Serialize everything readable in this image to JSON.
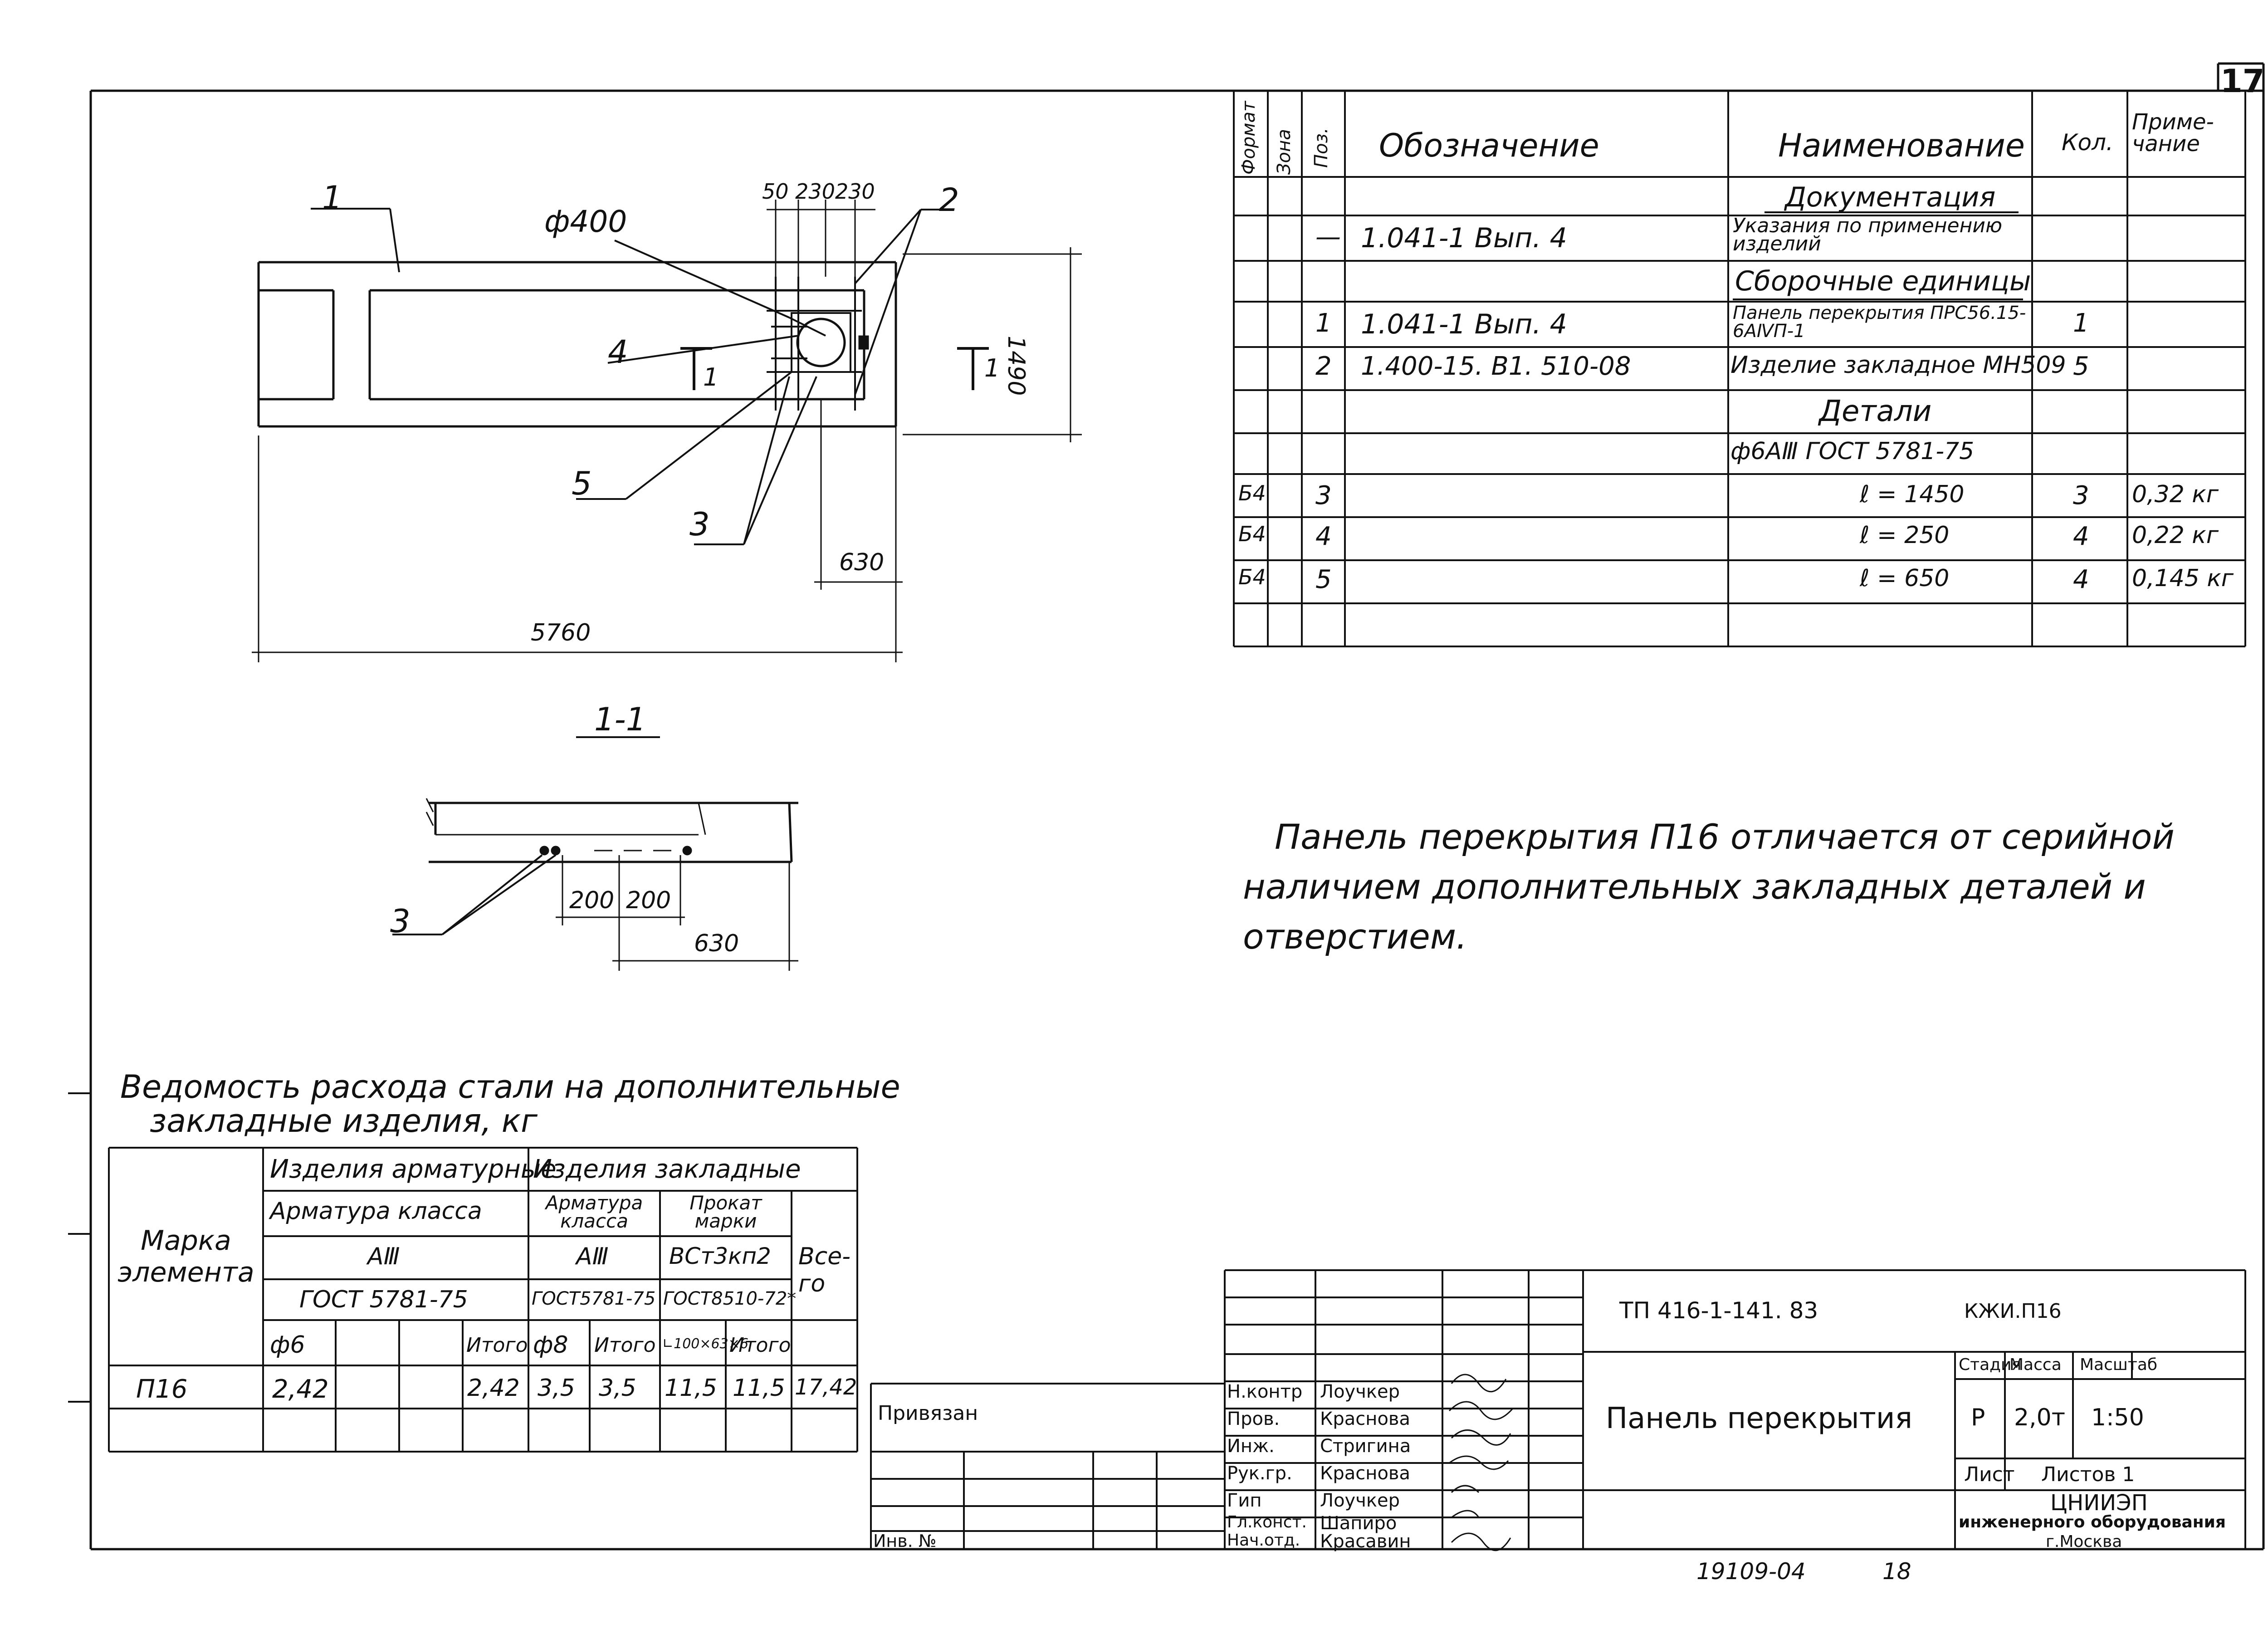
{
  "sheet": {
    "page_number": "17",
    "footer_code": "19109-04",
    "footer_page": "18"
  },
  "plan": {
    "callouts": [
      "1",
      "2",
      "3",
      "4",
      "5"
    ],
    "hole_label": "ф400",
    "top_dims": "50 230230",
    "height_dim": "1490",
    "section_mark": "1",
    "dim_630": "630",
    "dim_5760": "5760"
  },
  "section": {
    "title": "1-1",
    "callout": "3",
    "dim_a": "200",
    "dim_b": "200",
    "dim_c": "630"
  },
  "spec": {
    "headers": {
      "format": "Формат",
      "zone": "Зона",
      "pos": "Поз.",
      "designation": "Обозначение",
      "name": "Наименование",
      "qty": "Кол.",
      "note": "Приме-чание"
    },
    "rows": [
      {
        "format": "",
        "pos": "",
        "designation": "",
        "name": "Документация",
        "qty": "",
        "note": ""
      },
      {
        "format": "",
        "pos": "—",
        "designation": "1.041-1   Вып. 4",
        "name": "Указания по применению изделий",
        "qty": "",
        "note": ""
      },
      {
        "format": "",
        "pos": "",
        "designation": "",
        "name": "Сборочные единицы",
        "qty": "",
        "note": ""
      },
      {
        "format": "",
        "pos": "1",
        "designation": "1.041-1   Вып. 4",
        "name": "Панель перекрытия ПРС56.15-6АⅣП-1",
        "qty": "1",
        "note": ""
      },
      {
        "format": "",
        "pos": "2",
        "designation": "1.400-15. В1. 510-08",
        "name": "Изделие закладное МН509",
        "qty": "5",
        "note": ""
      },
      {
        "format": "",
        "pos": "",
        "designation": "",
        "name": "Детали",
        "qty": "",
        "note": ""
      },
      {
        "format": "",
        "pos": "",
        "designation": "",
        "name": "ф6АⅢ ГОСТ 5781-75",
        "qty": "",
        "note": ""
      },
      {
        "format": "Б4",
        "pos": "3",
        "designation": "",
        "name": "ℓ = 1450",
        "qty": "3",
        "note": "0,32 кг"
      },
      {
        "format": "Б4",
        "pos": "4",
        "designation": "",
        "name": "ℓ = 250",
        "qty": "4",
        "note": "0,22 кг"
      },
      {
        "format": "Б4",
        "pos": "5",
        "designation": "",
        "name": "ℓ = 650",
        "qty": "4",
        "note": "0,145 кг"
      },
      {
        "format": "",
        "pos": "",
        "designation": "",
        "name": "",
        "qty": "",
        "note": ""
      }
    ]
  },
  "note": {
    "line1": "Панель перекрытия П16 отличается от серийной",
    "line2": "наличием дополнительных закладных деталей и",
    "line3": "отверстием."
  },
  "steel": {
    "title1": "Ведомость расхода стали на дополнительные",
    "title2": "закладные изделия, кг",
    "mark_header": "Марка элемента",
    "group_rebar": "Изделия арматурные",
    "group_embed": "Изделия закладные",
    "rebar_class": "Арматура класса",
    "embed_class": "Арматура класса",
    "rolled": "Прокат марки",
    "class_a3": "АⅢ",
    "class_a3b": "АⅢ",
    "steel_grade": "ВСт3кп2",
    "total_header": "Все-го",
    "gost_1": "ГОСТ 5781-75",
    "gost_2": "ГОСТ5781-75",
    "gost_3": "ГОСТ8510-72*",
    "sub_phi6": "ф6",
    "sub_itogo1": "Итого",
    "sub_phi8": "ф8",
    "sub_itogo2": "Итого",
    "sub_angle": "∟100×63×6",
    "sub_itogo3": "Итого",
    "row": {
      "mark": "П16",
      "phi6": "2,42",
      "itogo1": "2,42",
      "phi8": "3,5",
      "itogo2": "3,5",
      "angle": "11,5",
      "itogo3": "11,5",
      "total": "17,42"
    }
  },
  "stamp": {
    "privyazan": "Привязан",
    "inv_no": "Инв. №",
    "doc_code": "ТП  416-1-141. 83",
    "sheet_code": "КЖИ.П16",
    "title": "Панель перекрытия",
    "stage_label": "Стадия",
    "mass_label": "Масса",
    "scale_label": "Масштаб",
    "stage": "Р",
    "mass": "2,0т",
    "scale": "1:50",
    "sheet_label": "Лист",
    "sheets_label": "Листов 1",
    "org1": "ЦНИИЭП",
    "org2": "инженерного оборудования",
    "org3": "г.Москва",
    "people": [
      {
        "role": "Н.контр",
        "name": "Лоучкер"
      },
      {
        "role": "Пров.",
        "name": "Краснова"
      },
      {
        "role": "Инж.",
        "name": "Стригина"
      },
      {
        "role": "Рук.гр.",
        "name": "Краснова"
      },
      {
        "role": "Гип",
        "name": "Лоучкер"
      },
      {
        "role": "Гл.конст.",
        "name": "Шапиро"
      },
      {
        "role": "Нач.отд.",
        "name": "Красавин"
      }
    ]
  }
}
